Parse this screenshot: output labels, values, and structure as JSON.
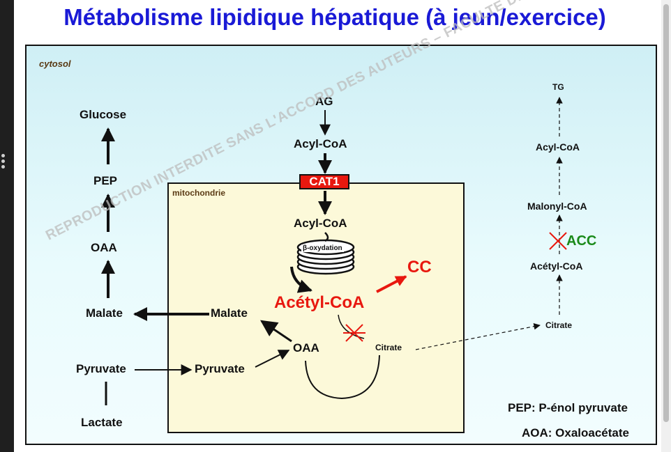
{
  "title": "Métabolisme lipidique hépatique (à jeun/exercice)",
  "compartments": {
    "cytosol": "cytosol",
    "mitochondrie": "mitochondrie"
  },
  "enzyme_box": "CAT1",
  "beta_oxidation": "β-oxydation",
  "gluconeogenesis": {
    "glucose": "Glucose",
    "pep": "PEP",
    "oaa": "OAA",
    "malate": "Malate",
    "pyruvate": "Pyruvate",
    "lactate": "Lactate"
  },
  "fatty_acid_path": {
    "ag": "AG",
    "acyl_coa_cyto": "Acyl-CoA",
    "acyl_coa_mito": "Acyl-CoA",
    "acetyl_coa": "Acétyl-CoA",
    "cc": "CC"
  },
  "mito_cycle": {
    "malate": "Malate",
    "oaa": "OAA",
    "pyruvate": "Pyruvate",
    "citrate": "Citrate"
  },
  "lipogenesis": {
    "tg": "TG",
    "acyl_coa": "Acyl-CoA",
    "malonyl_coa": "Malonyl-CoA",
    "acc": "ACC",
    "acetyl_coa": "Acétyl-CoA",
    "citrate": "Citrate"
  },
  "legend": {
    "pep": "PEP: P-énol pyruvate",
    "aoa": "AOA: Oxaloacétate"
  },
  "watermark": "REPRODUCTION INTERDITE SANS L'ACCORD DES AUTEURS – FACULTE DE MEDECIN - UNS",
  "colors": {
    "title": "#1a1ad6",
    "highlight": "#e8180f",
    "acc": "#1a8a1a",
    "cytosol_bg": "#dff7fa",
    "mito_bg": "#fcf9d9"
  }
}
